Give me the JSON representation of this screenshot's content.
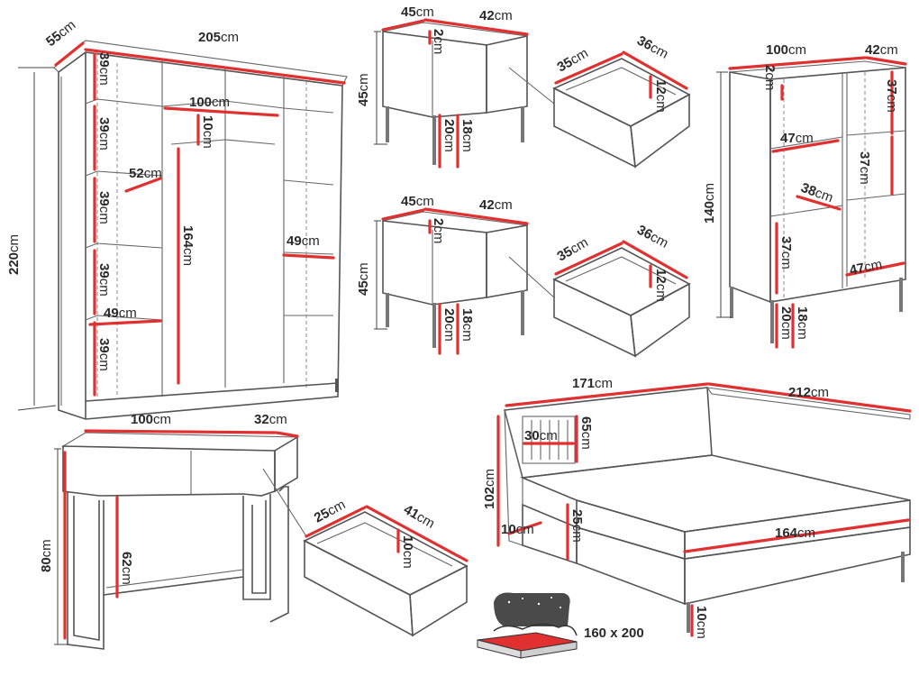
{
  "wardrobe": {
    "width": "205",
    "depth": "55",
    "height": "220",
    "rail_width": "100",
    "rail_gap": "10",
    "inner_height": "164",
    "shelf_depth": "52",
    "right_shelf": "49",
    "left_shelf": "49",
    "shelf_heights": [
      "39",
      "39",
      "39",
      "39",
      "39"
    ]
  },
  "nightstand_top": {
    "width": "45",
    "depth": "42",
    "height": "45",
    "top": "2",
    "leg": "20",
    "clearance": "18"
  },
  "drawer_top": {
    "width": "35",
    "depth": "36",
    "height": "12"
  },
  "nightstand_bottom": {
    "width": "45",
    "depth": "42",
    "height": "45",
    "top": "2",
    "leg": "20",
    "clearance": "18"
  },
  "drawer_bottom": {
    "width": "35",
    "depth": "36",
    "height": "12"
  },
  "cabinet": {
    "width": "100",
    "depth": "42",
    "height": "140",
    "top": "2",
    "right_top": "37",
    "right_mid": "37",
    "left_shelf": "47",
    "left_depth": "38",
    "left_lower": "37",
    "bottom_shelf": "47",
    "leg": "20",
    "clearance": "18"
  },
  "desk": {
    "width": "100",
    "depth": "32",
    "height": "80",
    "knee": "62"
  },
  "desk_drawer": {
    "width": "25",
    "depth": "41",
    "height": "10"
  },
  "bed": {
    "headboard_width": "171",
    "length": "212",
    "headboard_height": "102",
    "panel_width": "30",
    "panel_height": "65",
    "frame": "10",
    "side": "25",
    "mattress_width": "164",
    "leg": "10"
  },
  "mattress": {
    "size": "160 x 200"
  },
  "unit": "cm",
  "colors": {
    "accent": "#e03030",
    "line": "#555555"
  }
}
